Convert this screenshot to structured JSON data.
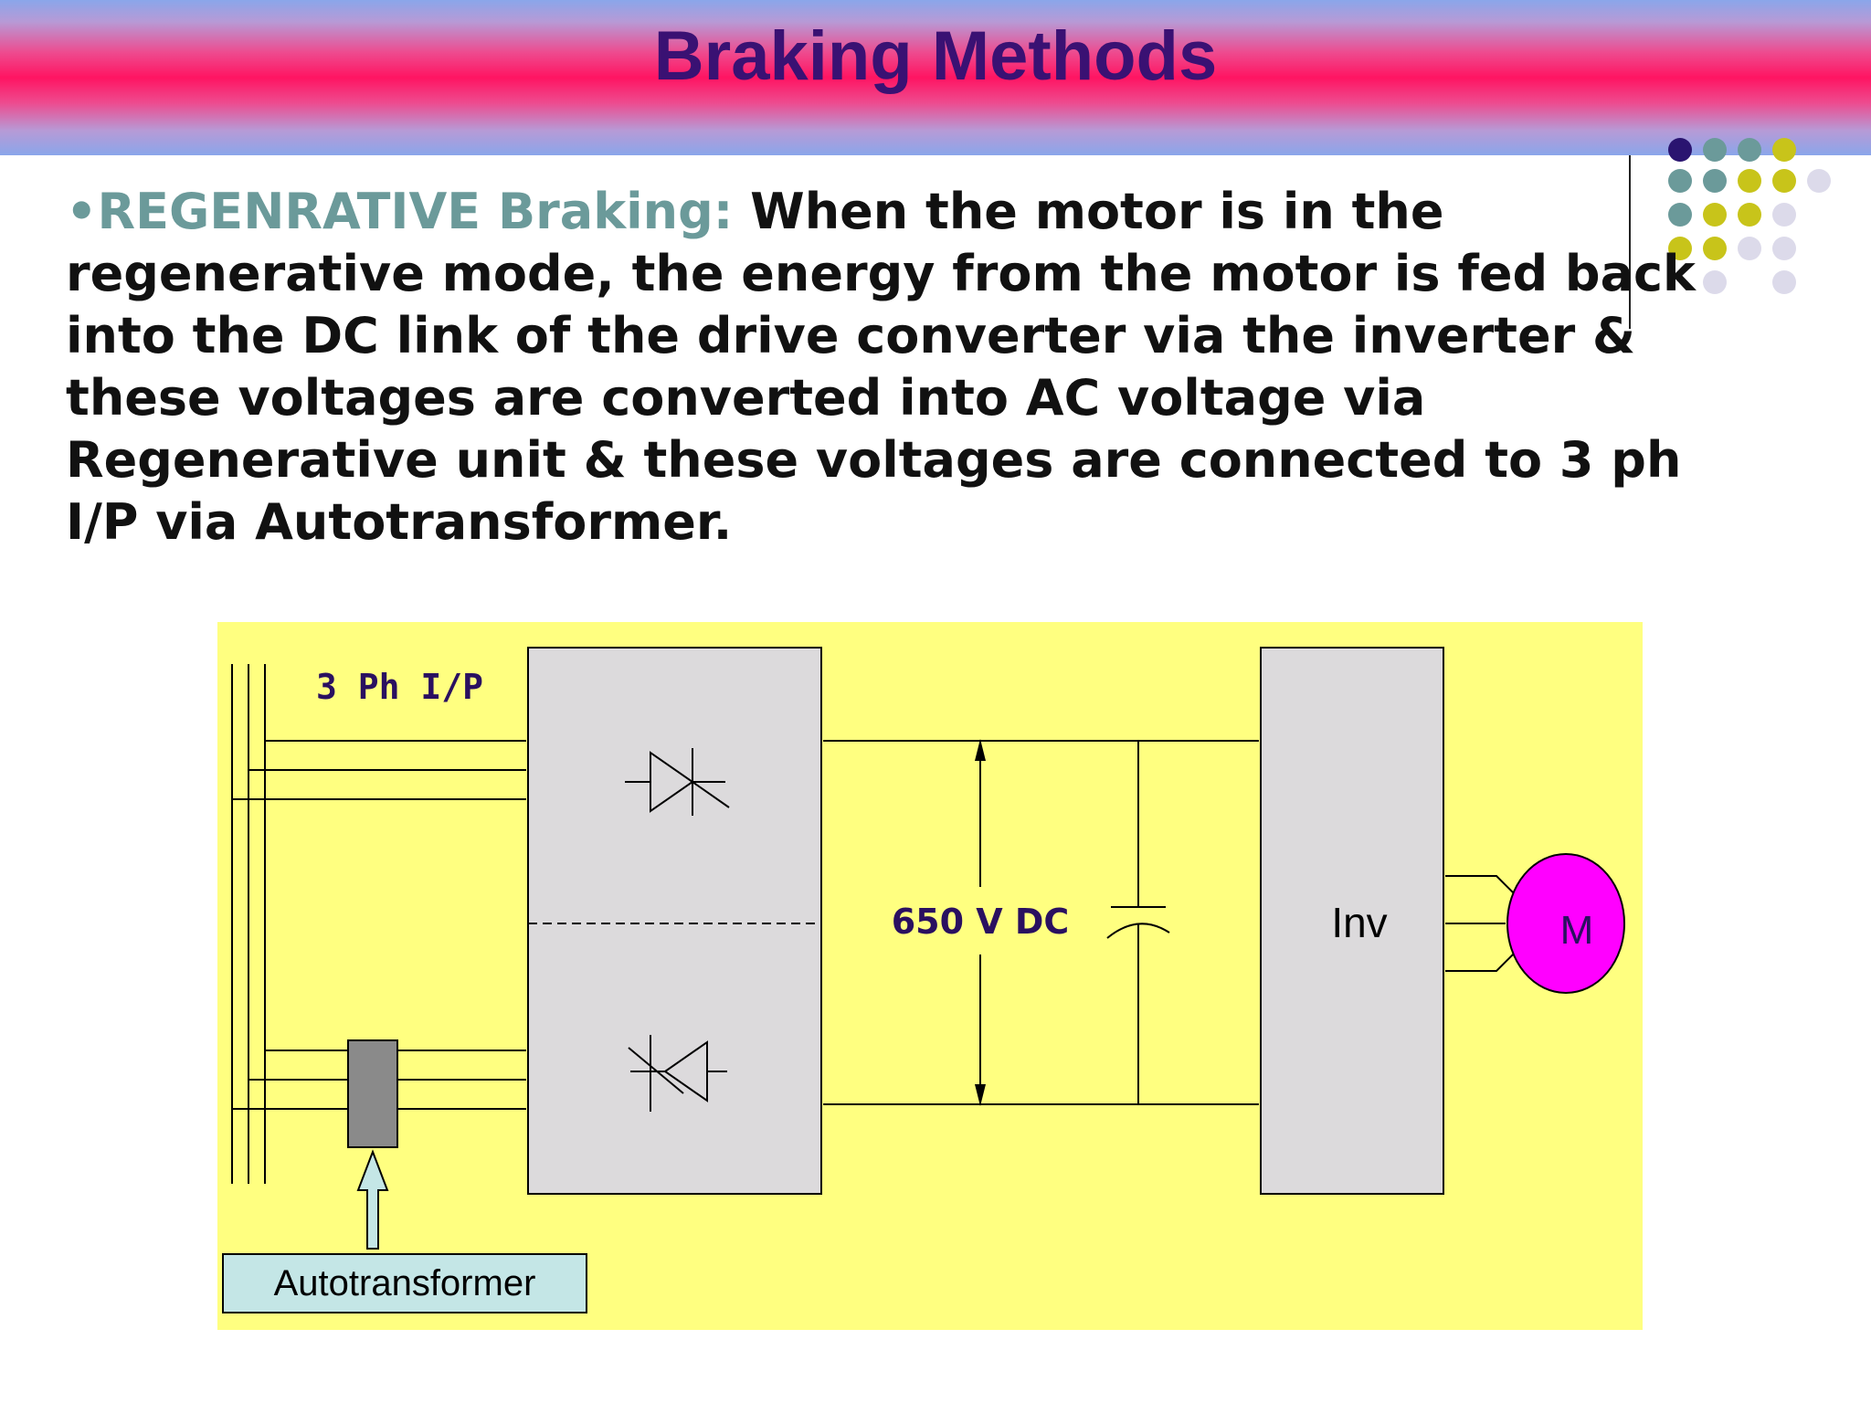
{
  "slide": {
    "title": "Braking Methods",
    "bullet": "•",
    "term": "REGENRATIVE Braking:",
    "description_lines": [
      "When the motor is in the",
      "regenerative mode, the energy from the motor is fed back",
      "into the DC link of the drive converter via the inverter &",
      "these voltages are converted into AC voltage via",
      "Regenerative unit & these voltages are connected to 3 ph",
      "I/P via Autotransformer."
    ]
  },
  "diagram": {
    "input_label": "3 Ph I/P",
    "dc_link_label": "650 V DC",
    "inverter_label": "Inv",
    "motor_label": "M",
    "autotransformer_label": "Autotransformer",
    "colors": {
      "background": "#ffff80",
      "block_fill": "#dcdadc",
      "motor_fill": "#ff00ff",
      "label_box_fill": "#c4e6e6",
      "transformer_fill": "#8a8a8a",
      "label_text": "#2a1060"
    }
  },
  "decoration": {
    "colors": [
      "#2a1470",
      "#6b9a9a",
      "#c8c41a",
      "#dcdaea"
    ]
  }
}
